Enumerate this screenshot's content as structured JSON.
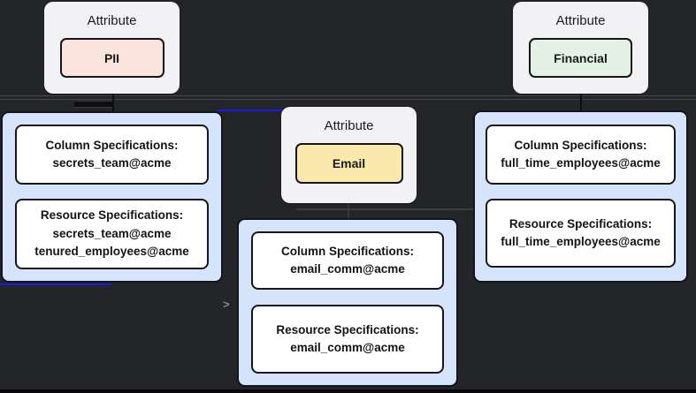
{
  "diagram": {
    "colors": {
      "background": "#242529",
      "attribute_card_fill": "#f2f2f4",
      "pii_tag_fill": "#fbe4de",
      "email_tag_fill": "#fbe9ab",
      "financial_tag_fill": "#e4f2e6",
      "container_fill": "#d6e4fb",
      "spec_box_fill": "#ffffff",
      "edge_highlight_blue": "#1a1ae2",
      "edge_muted_gray": "#47484e",
      "edge_dark": "#0e0e11"
    },
    "nodes": {
      "pii": {
        "type_label": "Attribute",
        "tag": "PII"
      },
      "email": {
        "type_label": "Attribute",
        "tag": "Email"
      },
      "financial": {
        "type_label": "Attribute",
        "tag": "Financial"
      }
    },
    "groups": {
      "secrets": {
        "column": {
          "title": "Column Specifications:",
          "line1": "secrets_team@acme"
        },
        "resource": {
          "title": "Resource Specifications:",
          "line1": "secrets_team@acme",
          "line2": "tenured_employees@acme"
        }
      },
      "email_comm": {
        "column": {
          "title": "Column Specifications:",
          "line1": "email_comm@acme"
        },
        "resource": {
          "title": "Resource Specifications:",
          "line1": "email_comm@acme"
        }
      },
      "full_time": {
        "column": {
          "title": "Column Specifications:",
          "line1": "full_time_employees@acme"
        },
        "resource": {
          "title": "Resource Specifications:",
          "line1": "full_time_employees@acme"
        }
      }
    },
    "edges": {
      "arrowhead_glyph": ">"
    }
  }
}
